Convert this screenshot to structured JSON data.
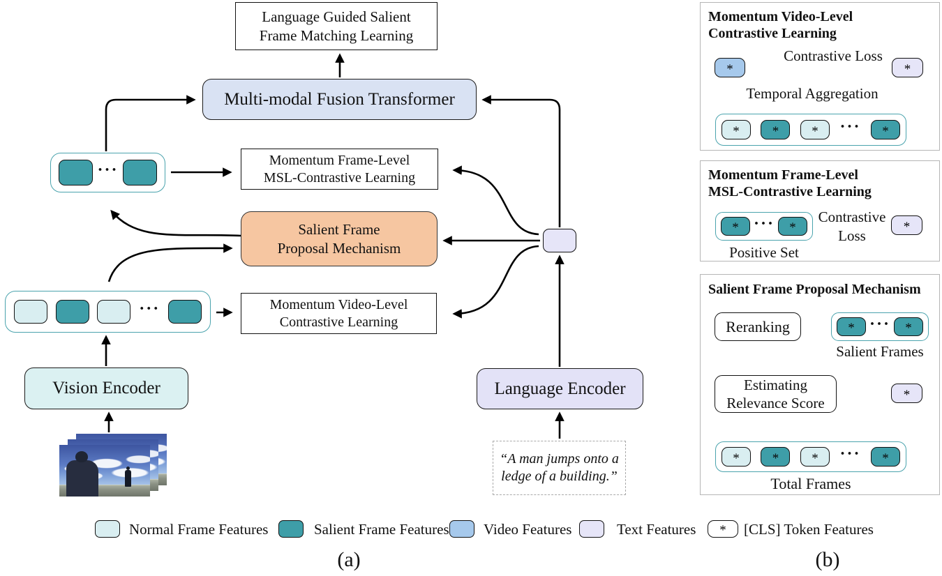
{
  "glyphs": {
    "star": "*",
    "dots": "···"
  },
  "colors": {
    "normal_frame": "#d9eef1",
    "salient_frame": "#3e9ea8",
    "video_feature": "#a6c9ec",
    "text_feature": "#e6e5f8",
    "fusion_box": "#d9e2f3",
    "proposal_box": "#f6c6a1",
    "vision_encoder": "#dbf1f2",
    "language_encoder": "#e3e2f7",
    "container_border": "#4aa3ad"
  },
  "left": {
    "top_box": {
      "line1": "Language Guided Salient",
      "line2": "Frame Matching Learning"
    },
    "fusion_box": "Multi-modal Fusion Transformer",
    "msl_box": {
      "line1": "Momentum Frame-Level",
      "line2": "MSL-Contrastive Learning"
    },
    "proposal_box": {
      "line1": "Salient Frame",
      "line2": "Proposal Mechanism"
    },
    "video_box": {
      "line1": "Momentum Video-Level",
      "line2": "Contrastive Learning"
    },
    "vision_encoder": "Vision Encoder",
    "language_encoder": "Language Encoder",
    "query": {
      "line1": "“A man jumps onto a",
      "line2": "ledge of a building.”"
    },
    "caption": "(a)"
  },
  "right": {
    "panel_video": {
      "title1": "Momentum Video-Level",
      "title2": "Contrastive Learning",
      "contrastive_loss": "Contrastive Loss",
      "temporal_aggregation": "Temporal Aggregation"
    },
    "panel_frame": {
      "title1": "Momentum Frame-Level",
      "title2": "MSL-Contrastive Learning",
      "contrastive": "Contrastive",
      "loss": "Loss",
      "positive_set": "Positive Set"
    },
    "panel_proposal": {
      "title": "Salient Frame Proposal Mechanism",
      "reranking": "Reranking",
      "estimating1": "Estimating",
      "estimating2": "Relevance Score",
      "salient_frames": "Salient Frames",
      "total_frames": "Total Frames"
    },
    "caption": "(b)"
  },
  "legend": {
    "items": [
      {
        "label": "Normal Frame Features",
        "type": "normal"
      },
      {
        "label": "Salient Frame Features",
        "type": "salient"
      },
      {
        "label": "Video Features",
        "type": "video"
      },
      {
        "label": "Text Features",
        "type": "text"
      },
      {
        "label": "[CLS] Token Features",
        "type": "cls"
      }
    ]
  }
}
